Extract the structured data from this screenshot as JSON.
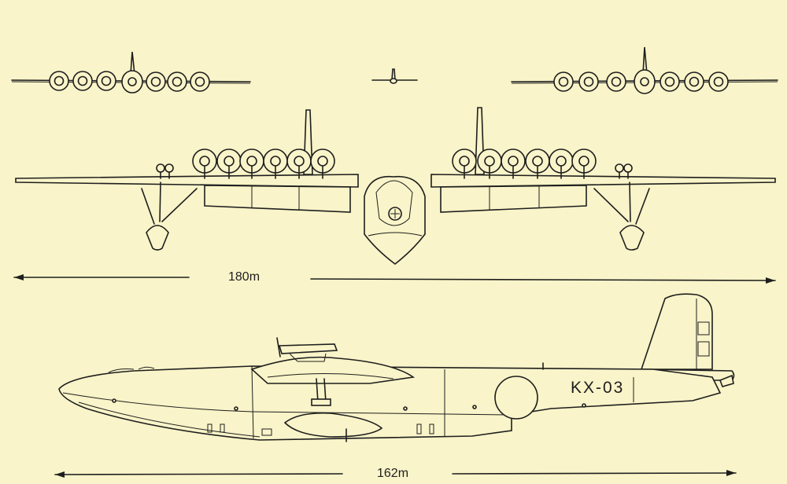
{
  "dimensions": {
    "wingspan": "180m",
    "length": "162m"
  },
  "markings": {
    "registration": "KX-03"
  },
  "views": {
    "front_left_engines": 7,
    "front_right_engines": 7,
    "main_engines_per_side": 6
  }
}
